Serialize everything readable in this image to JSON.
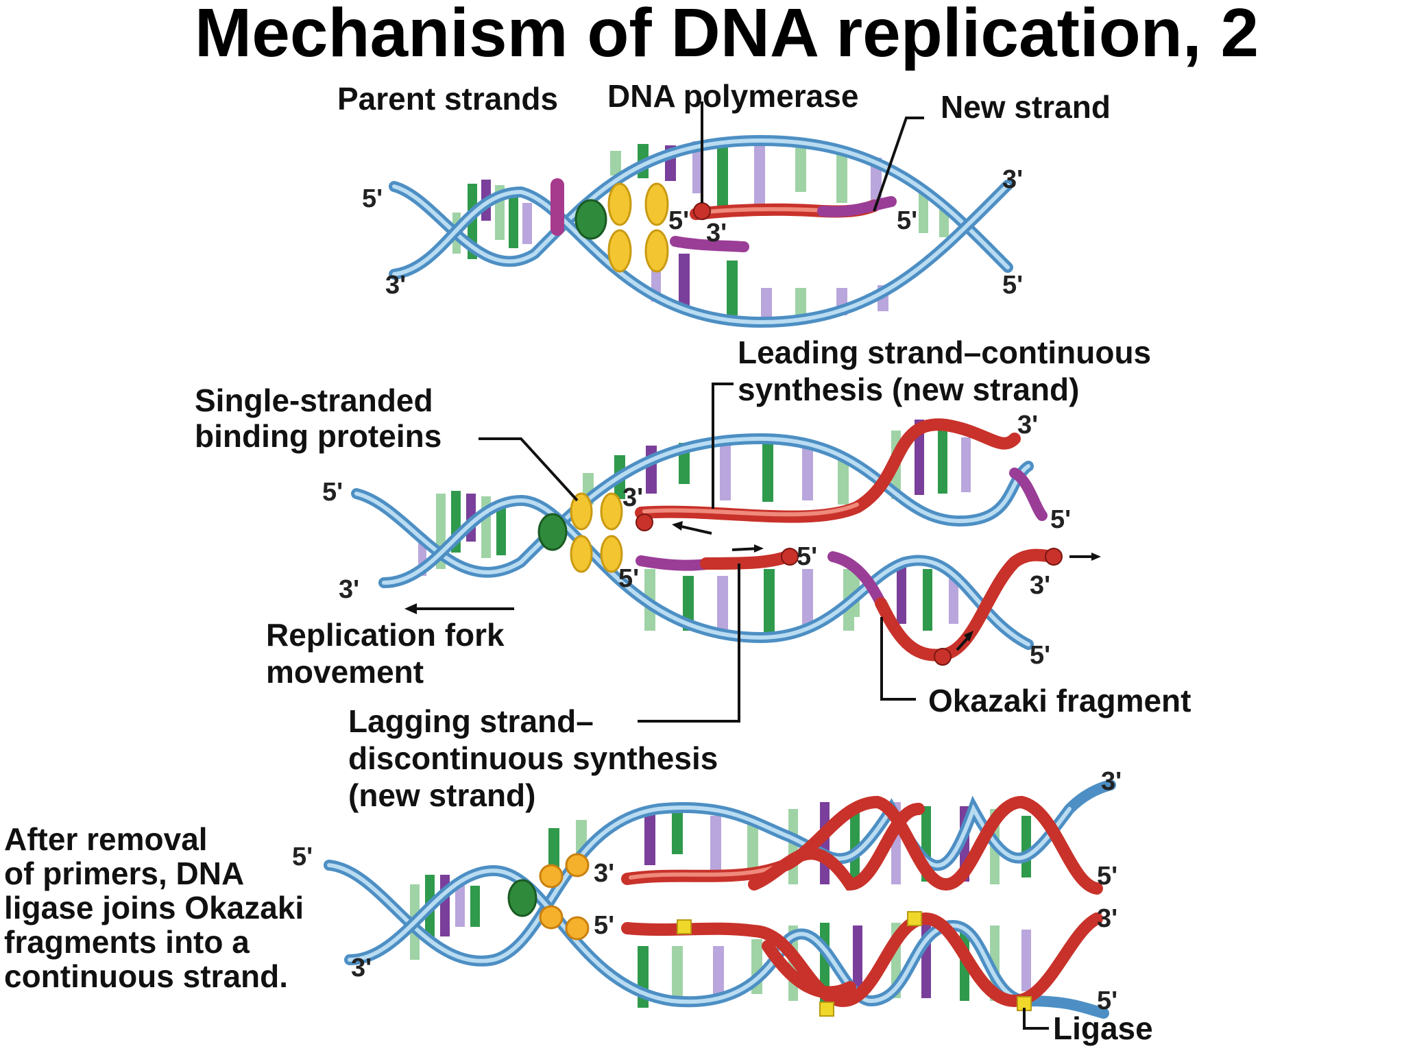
{
  "title": "Mechanism of DNA replication, 2",
  "colors": {
    "parent_strand": "#4d8fc4",
    "new_strand": "#c8322a",
    "primer": "#9a3d97",
    "base_green": "#2f9a4c",
    "base_purple": "#7a3f9a",
    "base_light_green": "#9fd3a6",
    "base_lavender": "#b9a6dc",
    "helicase": "#2f8a3c",
    "ssb_protein": "#f2c531",
    "ligase": "#f0d82a",
    "okazaki_sphere": "#c0392b"
  },
  "icons": {
    "helicase": "green-sphere",
    "ssb_proteins": "yellow-ellipses",
    "dna_polymerase": "red-sphere",
    "ligase_patch": "yellow-square"
  },
  "panel1": {
    "labels": {
      "parent_strands": "Parent strands",
      "dna_polymerase": "DNA polymerase",
      "new_strand": "New strand"
    },
    "ends": [
      "5'",
      "3'",
      "5'",
      "3'",
      "5'",
      "3'",
      "5'"
    ]
  },
  "panel2": {
    "labels": {
      "leading_line1": "Leading strand–continuous",
      "leading_line2": "synthesis (new strand)",
      "ssb_line1": "Single-stranded",
      "ssb_line2": "binding proteins",
      "fork_line1": "Replication fork",
      "fork_line2": "movement",
      "lagging_line1": "Lagging strand–",
      "lagging_line2": "discontinuous synthesis",
      "lagging_line3": "(new strand)",
      "okazaki": "Okazaki fragment"
    },
    "ends": [
      "5'",
      "3'",
      "3'",
      "5'",
      "3'",
      "5'",
      "3'",
      "5'"
    ]
  },
  "panel3": {
    "caption": [
      "After removal",
      "of primers, DNA",
      "ligase joins Okazaki",
      "fragments into a",
      "continuous strand."
    ],
    "ligase_label": "Ligase",
    "ends": [
      "5'",
      "3'",
      "3'",
      "5'",
      "3'",
      "5'",
      "3'",
      "5'"
    ]
  }
}
